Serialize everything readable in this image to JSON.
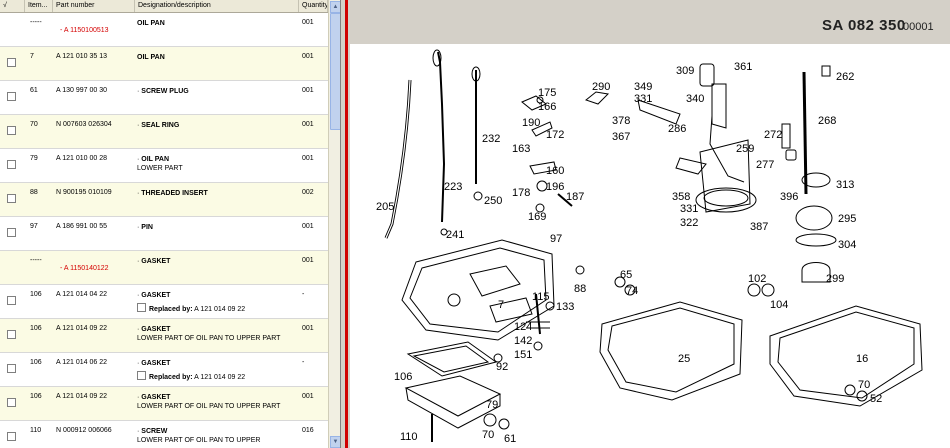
{
  "columns": [
    "√",
    "Item...",
    "Part number",
    "Designation/description",
    "Quantity"
  ],
  "rows": [
    {
      "check": false,
      "item": "-----",
      "part": "- A 1150100513",
      "part_red": true,
      "desc": "OIL PAN",
      "bullet": false,
      "sub": "",
      "replaced": "",
      "qty": "001",
      "yellow": false
    },
    {
      "check": true,
      "item": "7",
      "part": "A 121 010 35 13",
      "part_red": false,
      "desc": "OIL PAN",
      "bullet": false,
      "sub": "",
      "replaced": "",
      "qty": "001",
      "yellow": true
    },
    {
      "check": true,
      "item": "61",
      "part": "A 130 997 00 30",
      "part_red": false,
      "desc": "SCREW PLUG",
      "bullet": true,
      "sub": "",
      "replaced": "",
      "qty": "001",
      "yellow": false
    },
    {
      "check": true,
      "item": "70",
      "part": "N 007603 026304",
      "part_red": false,
      "desc": "SEAL RING",
      "bullet": true,
      "sub": "",
      "replaced": "",
      "qty": "001",
      "yellow": true
    },
    {
      "check": true,
      "item": "79",
      "part": "A 121 010 00 28",
      "part_red": false,
      "desc": "OIL PAN",
      "bullet": true,
      "sub": "LOWER PART",
      "replaced": "",
      "qty": "001",
      "yellow": false
    },
    {
      "check": true,
      "item": "88",
      "part": "N 900195 010109",
      "part_red": false,
      "desc": "THREADED INSERT",
      "bullet": true,
      "sub": "",
      "replaced": "",
      "qty": "002",
      "yellow": true
    },
    {
      "check": true,
      "item": "97",
      "part": "A 186 991 00 55",
      "part_red": false,
      "desc": "PIN",
      "bullet": true,
      "sub": "",
      "replaced": "",
      "qty": "001",
      "yellow": false
    },
    {
      "check": false,
      "item": "-----",
      "part": "- A 1150140122",
      "part_red": true,
      "desc": "GASKET",
      "bullet": true,
      "sub": "",
      "replaced": "",
      "qty": "001",
      "yellow": true
    },
    {
      "check": true,
      "item": "106",
      "part": "A 121 014 04 22",
      "part_red": false,
      "desc": "GASKET",
      "bullet": true,
      "sub": "",
      "replaced": "A 121 014 09 22",
      "qty": "-",
      "yellow": false
    },
    {
      "check": true,
      "item": "106",
      "part": "A 121 014 09 22",
      "part_red": false,
      "desc": "GASKET",
      "bullet": true,
      "sub": "LOWER PART OF OIL PAN TO UPPER PART",
      "replaced": "",
      "qty": "001",
      "yellow": true
    },
    {
      "check": true,
      "item": "106",
      "part": "A 121 014 06 22",
      "part_red": false,
      "desc": "GASKET",
      "bullet": true,
      "sub": "",
      "replaced": "A 121 014 09 22",
      "qty": "-",
      "yellow": false
    },
    {
      "check": true,
      "item": "106",
      "part": "A 121 014 09 22",
      "part_red": false,
      "desc": "GASKET",
      "bullet": true,
      "sub": "LOWER PART OF OIL PAN TO UPPER PART",
      "replaced": "",
      "qty": "001",
      "yellow": true
    },
    {
      "check": true,
      "item": "110",
      "part": "N 000912 006066",
      "part_red": false,
      "desc": "SCREW",
      "bullet": true,
      "sub": "LOWER PART OF OIL PAN TO UPPER",
      "replaced": "",
      "qty": "016",
      "yellow": false
    }
  ],
  "replaced_label": "Replaced by:",
  "drawing": {
    "code": "SA 082 350",
    "code_suffix": "00001",
    "callouts": [
      "175",
      "166",
      "190",
      "172",
      "163",
      "232",
      "290",
      "349",
      "331",
      "340",
      "309",
      "361",
      "262",
      "378",
      "367",
      "286",
      "268",
      "272",
      "259",
      "277",
      "160",
      "178",
      "196",
      "187",
      "169",
      "223",
      "250",
      "205",
      "241",
      "97",
      "358",
      "331",
      "322",
      "396",
      "387",
      "313",
      "295",
      "304",
      "88",
      "65",
      "74",
      "102",
      "104",
      "299",
      "7",
      "115",
      "133",
      "124",
      "142",
      "151",
      "92",
      "25",
      "16",
      "106",
      "79",
      "70",
      "61",
      "110",
      "70",
      "52"
    ]
  }
}
